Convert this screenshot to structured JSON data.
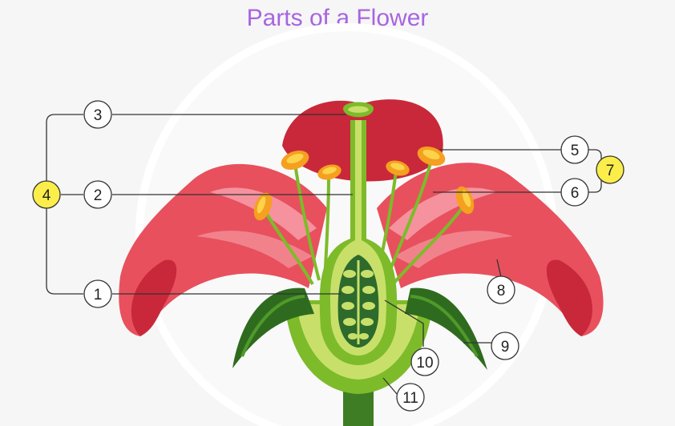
{
  "title": "Parts of a Flower",
  "labels": {
    "n1": "1",
    "n2": "2",
    "n3": "3",
    "n4": "4",
    "n5": "5",
    "n6": "6",
    "n7": "7",
    "n8": "8",
    "n9": "9",
    "n10": "10",
    "n11": "11"
  },
  "colors": {
    "title": "#a765e0",
    "petal": "#e8505e",
    "petal_dark": "#c9283a",
    "petal_light": "#f7a3ac",
    "green_dark": "#2f6b1f",
    "green": "#7dbb2a",
    "green_light": "#c8e06a",
    "ovary": "#2d6a2c",
    "anther": "#f5a020",
    "highlight": "#fcee4a"
  }
}
